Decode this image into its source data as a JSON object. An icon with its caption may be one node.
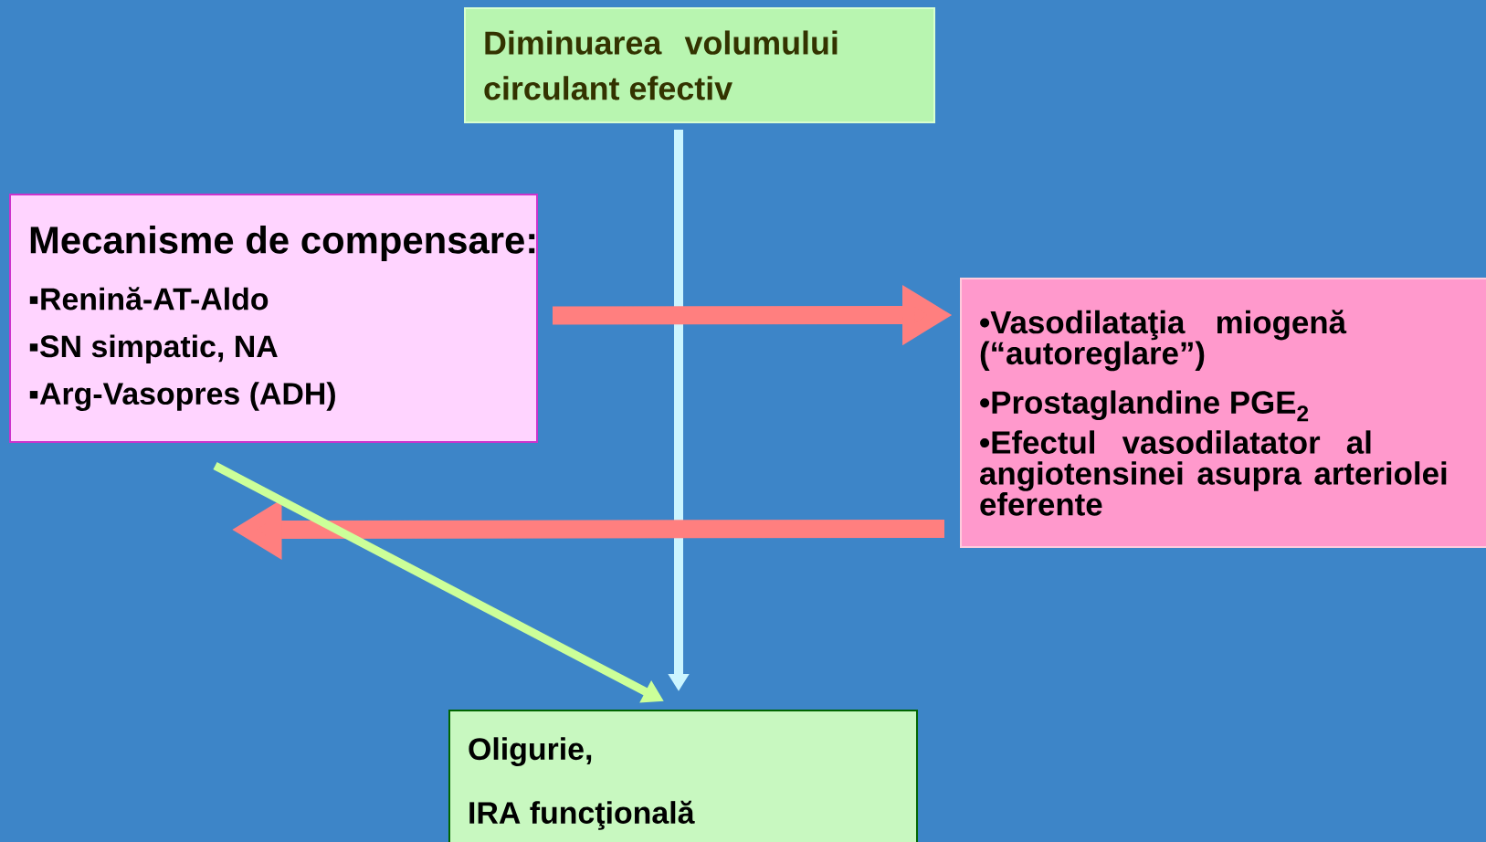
{
  "diagram": {
    "nodes": [
      {
        "text": [
          "Diminuarea volumului circulant efectiv"
        ]
      },
      {
        "text": [
          "Mecanisme de compensare:",
          "▪Renină-AT-Aldo",
          "▪SN simpatic, NA",
          "▪Arg-Vasopres (ADH)"
        ]
      },
      {
        "text": [
          "•Vasodilataţia miogenă (“autoreglare”)",
          "•Prostaglandine PGE$_{2}$",
          "•Efectul vasodilatator al angiotensinei asupra arteriolei eferente"
        ]
      },
      {
        "text": [
          "Oligurie,",
          "IRA funcţională"
        ]
      }
    ],
    "edges": [
      {
        "from": 0,
        "to": 3,
        "arrow": "to",
        "color": "#ccf5ff"
      },
      {
        "from": 1,
        "to": 2,
        "arrow": "to",
        "style": "thick",
        "color": "#ff7f7f"
      },
      {
        "from": 2,
        "to": 1,
        "arrow": "to",
        "style": "thick",
        "color": "#ff7f7f"
      },
      {
        "from": 1,
        "to": 3,
        "arrow": "to",
        "color": "#ccff99"
      }
    ]
  }
}
